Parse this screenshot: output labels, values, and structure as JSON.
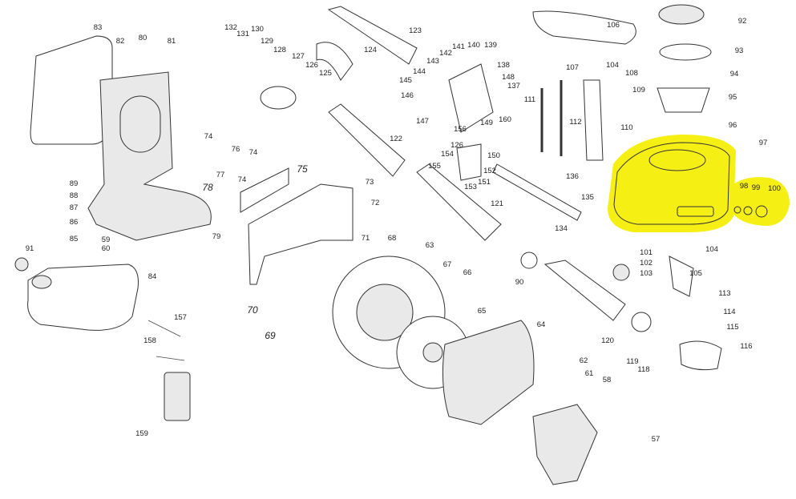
{
  "title": "Backpack blower exploded parts diagram",
  "highlight_color": "#f6ef14",
  "highlighted_parts": [
    "97",
    "98",
    "99",
    "100"
  ],
  "part_labels": [
    "83",
    "82",
    "80",
    "81",
    "132",
    "130",
    "131",
    "129",
    "128",
    "127",
    "126",
    "125",
    "123",
    "124",
    "106",
    "92",
    "93",
    "94",
    "95",
    "96",
    "97",
    "98",
    "99",
    "100",
    "141",
    "140",
    "139",
    "142",
    "143",
    "138",
    "144",
    "148",
    "145",
    "137",
    "146",
    "147",
    "156",
    "149",
    "160",
    "107",
    "104",
    "108",
    "109",
    "111",
    "112",
    "110",
    "126",
    "150",
    "154",
    "152",
    "155",
    "151",
    "153",
    "136",
    "135",
    "134",
    "121",
    "122",
    "74",
    "76",
    "74",
    "77",
    "78",
    "79",
    "75",
    "74",
    "73",
    "72",
    "71",
    "68",
    "89",
    "88",
    "87",
    "86",
    "85",
    "91",
    "59",
    "60",
    "84",
    "63",
    "67",
    "66",
    "65",
    "64",
    "62",
    "61",
    "58",
    "57",
    "70",
    "69",
    "157",
    "158",
    "159",
    "90",
    "101",
    "102",
    "103",
    "104",
    "105",
    "113",
    "114",
    "115",
    "116",
    "120",
    "119",
    "118"
  ]
}
